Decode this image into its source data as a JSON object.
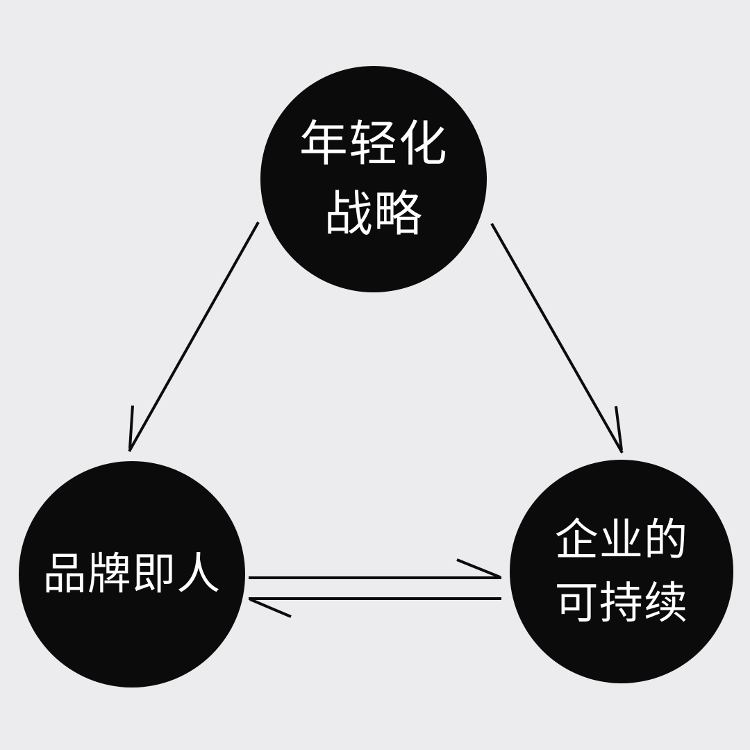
{
  "diagram": {
    "title": "",
    "background_color": "#ececee",
    "node_fill_color": "#0b0b0b",
    "node_text_color": "#ffffff",
    "arrow_color": "#0b0b0b",
    "nodes": {
      "top": {
        "id": "youth-strategy",
        "lines": [
          "年轻化",
          "战略"
        ]
      },
      "bottom_left": {
        "id": "brand-is-people",
        "lines": [
          "品牌即人"
        ]
      },
      "bottom_right": {
        "id": "enterprise-sustainability",
        "lines": [
          "企业的",
          "可持续"
        ]
      }
    },
    "edges": [
      {
        "from": "youth-strategy",
        "to": "brand-is-people",
        "type": "single-arrow",
        "direction": "down-left"
      },
      {
        "from": "youth-strategy",
        "to": "enterprise-sustainability",
        "type": "single-arrow",
        "direction": "down-right"
      },
      {
        "from": "brand-is-people",
        "to": "enterprise-sustainability",
        "type": "exchange-double-arrow",
        "direction": "bidirectional"
      }
    ]
  }
}
